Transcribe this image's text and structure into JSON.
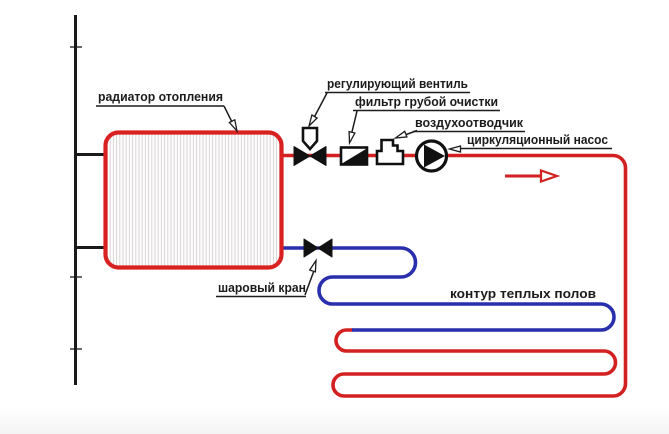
{
  "labels": {
    "radiator": "радиатор отопления",
    "regulating_valve": "регулирующий вентиль",
    "coarse_filter": "фильтр грубой очистки",
    "air_vent": "воздухоотводчик",
    "circulation_pump": "циркуляционный насос",
    "ball_valve": "шаровый кран",
    "floor_circuit": "контур теплых полов"
  },
  "colors": {
    "supply_pipe_red": "#d32020",
    "return_pipe_blue": "#2a2fae",
    "source_pipe_black": "#1a1a1a",
    "radiator_border_red": "#d92121",
    "radiator_fin_gray": "#dad5d5",
    "label_text": "#1c1c1c"
  },
  "flow": {
    "direction": "right"
  }
}
